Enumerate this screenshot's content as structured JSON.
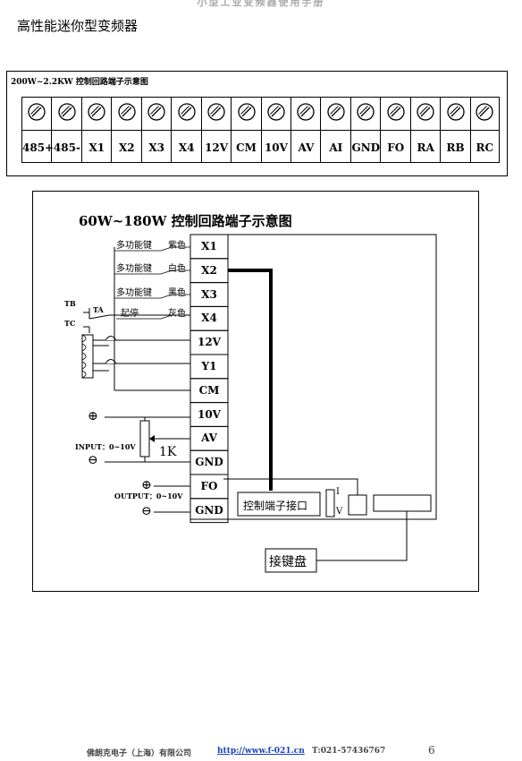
{
  "header": {
    "running_title": "小型工业变频器使用手册"
  },
  "section_title": "高性能迷你型变频器",
  "terminal_box": {
    "title": "200W~2.2KW 控制回路端子示意图",
    "terminals": [
      "485+",
      "485-",
      "X1",
      "X2",
      "X3",
      "X4",
      "12V",
      "CM",
      "10V",
      "AV",
      "AI",
      "GND",
      "FO",
      "RA",
      "RB",
      "RC"
    ]
  },
  "diagram": {
    "title": "60W~180W 控制回路端子示意图",
    "terminals": [
      "X1",
      "X2",
      "X3",
      "X4",
      "12V",
      "Y1",
      "CM",
      "10V",
      "AV",
      "GND",
      "FO",
      "GND"
    ],
    "wire_labels": [
      {
        "func": "多功能键",
        "color": "紫色"
      },
      {
        "func": "多功能键",
        "color": "白色"
      },
      {
        "func": "多功能键",
        "color": "黑色"
      },
      {
        "func": "起停",
        "color": "灰色"
      }
    ],
    "relay_labels": {
      "tb": "TB",
      "ta": "TA",
      "tc": "TC"
    },
    "input_label": "INPUT：0~10V",
    "output_label": "OUTPUT：0~10V",
    "pot_label": "1K",
    "plus_symbol": "⊕",
    "minus_symbol": "⊖",
    "interface_label": "控制端子接口",
    "switch_labels": {
      "i": "I",
      "v": "V"
    },
    "keypad_label": "接键盘"
  },
  "footer": {
    "company": "佛朗克电子（上海）有限公司",
    "url": "http://www.f-021.cn",
    "tel": "T:021-57436767",
    "page_number": "6"
  }
}
